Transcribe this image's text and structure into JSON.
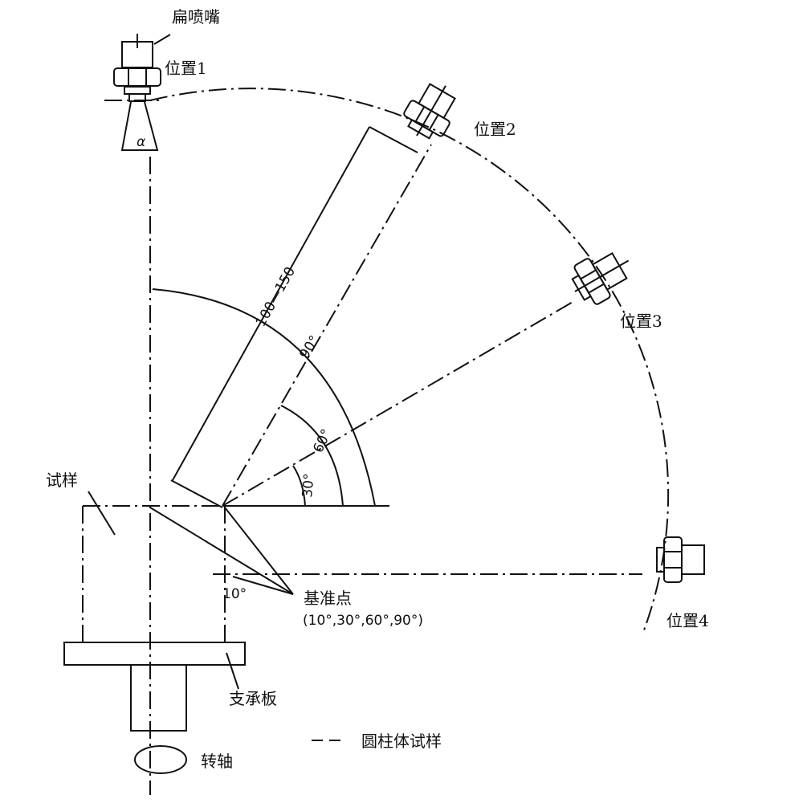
{
  "labels": {
    "nozzle": "扁喷嘴",
    "position1": "位置1",
    "position2": "位置2",
    "position3": "位置3",
    "position4": "位置4",
    "specimen": "试样",
    "reference_point": "基准点",
    "reference_angles": "(10°,30°,60°,90°)",
    "support_plate": "支承板",
    "cylinder_legend": "圆柱体试样",
    "shaft": "转轴",
    "alpha": "α",
    "distance": "100—150",
    "angle_90": "90°",
    "angle_60": "60°",
    "angle_30": "30°",
    "angle_10": "10°"
  }
}
